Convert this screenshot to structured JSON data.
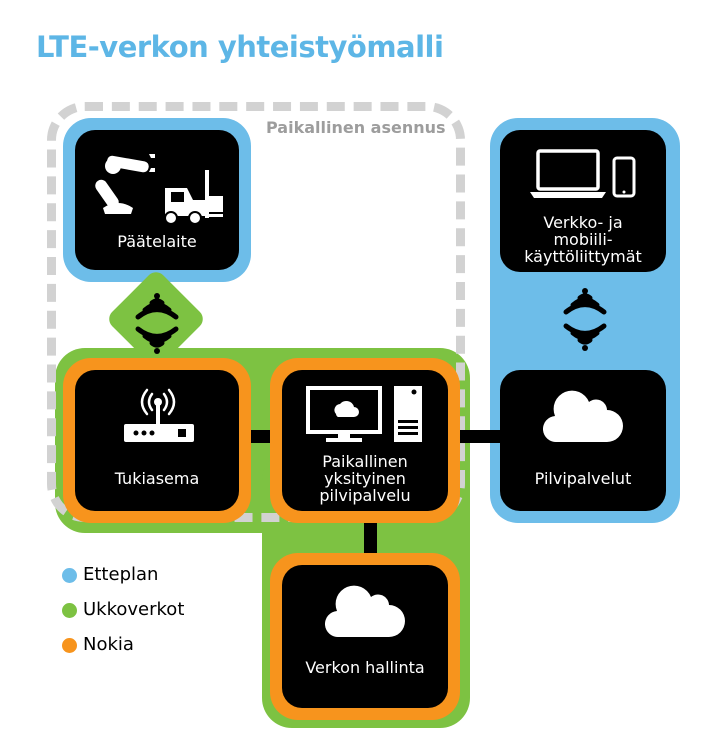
{
  "title": "LTE-verkon yhteistyömalli",
  "local_install_label": "Paikallinen asennus",
  "nodes": {
    "terminal": "Päätelaite",
    "web_mobile": [
      "Verkko- ja",
      "mobiili-",
      "käyttöliittymät"
    ],
    "base_station": "Tukiasema",
    "private_cloud": [
      "Paikallinen",
      "yksityinen",
      "pilvipalvelu"
    ],
    "cloud_services": "Pilvipalvelut",
    "network_mgmt": "Verkon hallinta"
  },
  "legend": [
    {
      "label": "Etteplan",
      "color": "#6dbde9"
    },
    {
      "label": "Ukkoverkot",
      "color": "#7dc242"
    },
    {
      "label": "Nokia",
      "color": "#f7941d"
    }
  ]
}
